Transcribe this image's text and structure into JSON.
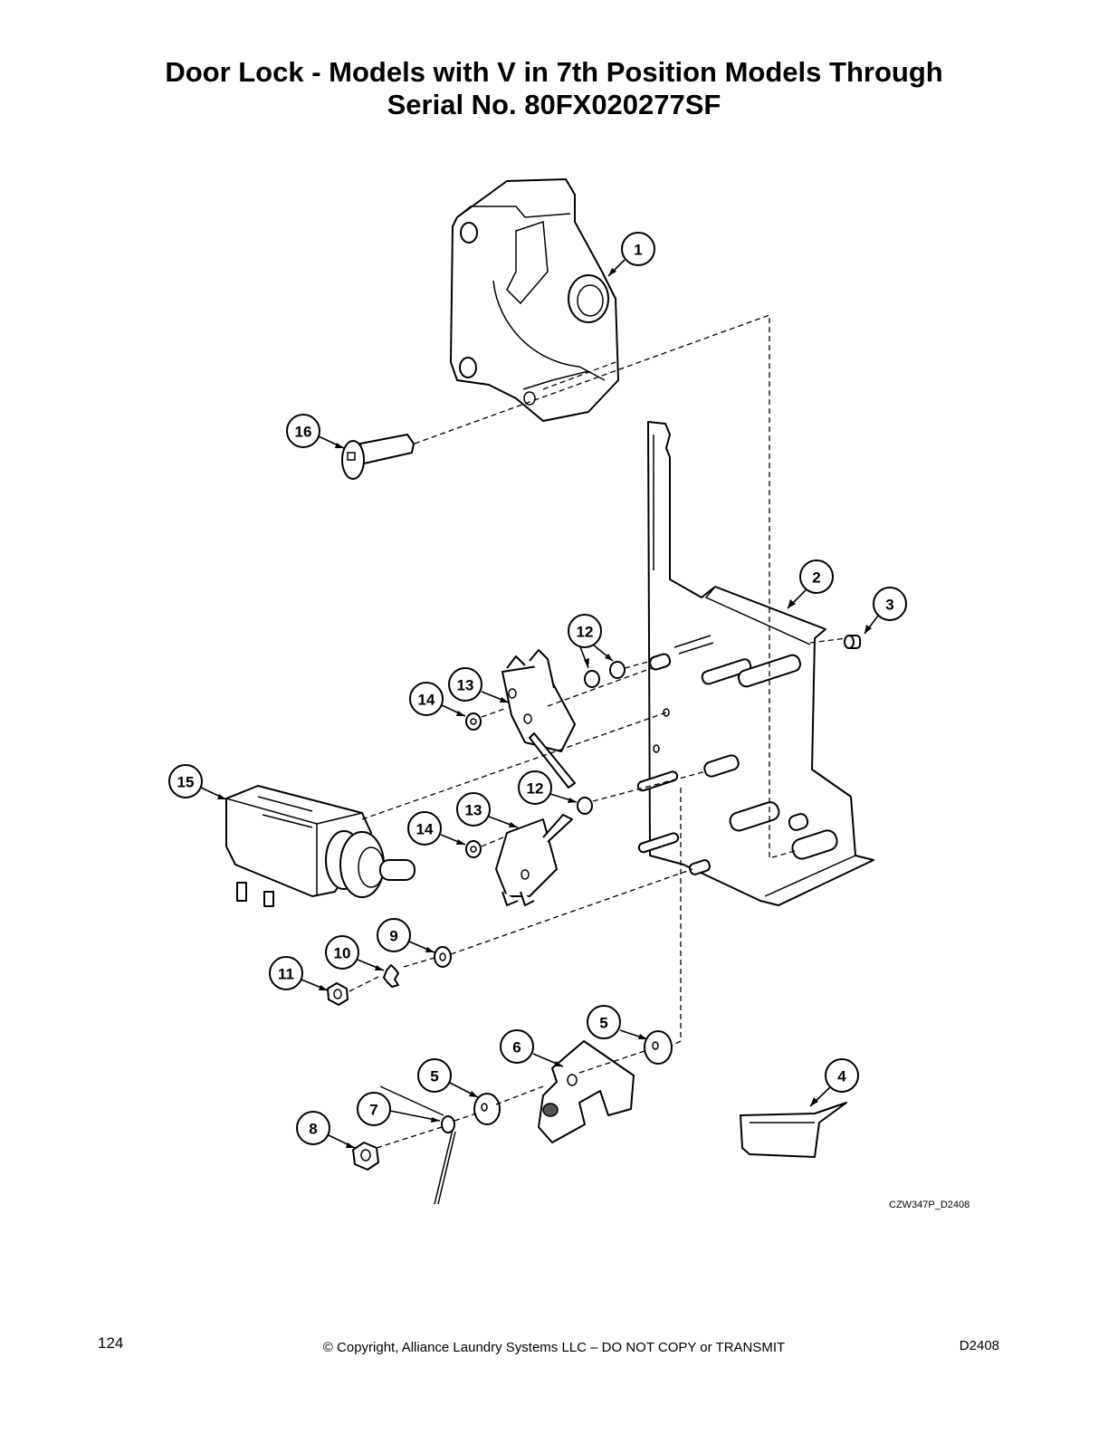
{
  "title": {
    "line1": "Door Lock - Models with V in 7th Position Models Through",
    "line2": "Serial No. 80FX020277SF"
  },
  "drawing_id": "CZW347P_D2408",
  "footer": {
    "page_number": "124",
    "copyright": "© Copyright, Alliance Laundry Systems LLC – DO NOT COPY or TRANSMIT",
    "doc_code": "D2408"
  },
  "callouts": [
    "1",
    "2",
    "3",
    "4",
    "5",
    "6",
    "7",
    "8",
    "9",
    "10",
    "11",
    "12",
    "13",
    "14",
    "15",
    "16"
  ]
}
